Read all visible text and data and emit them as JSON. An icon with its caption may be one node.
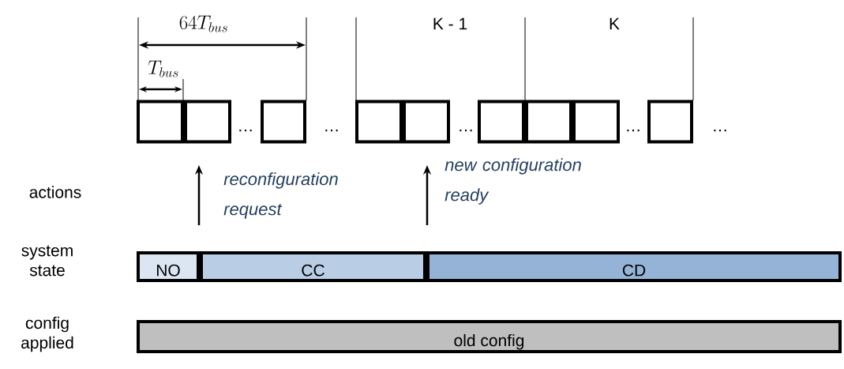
{
  "diagram": {
    "nodes": [
      {
        "text": [],
        "shape": "box"
      },
      {
        "text": [],
        "shape": "box"
      },
      {
        "text": [],
        "shape": "box"
      },
      {
        "text": [],
        "shape": "box"
      },
      {
        "text": [],
        "shape": "box"
      },
      {
        "text": [],
        "shape": "box"
      },
      {
        "text": [],
        "shape": "box"
      },
      {
        "text": [],
        "shape": "box"
      },
      {
        "text": [],
        "shape": "box"
      },
      {
        "text": [
          "NO"
        ]
      },
      {
        "text": [
          "CC"
        ]
      },
      {
        "text": [
          "CD"
        ]
      },
      {
        "text": [
          "old config"
        ]
      }
    ],
    "labels": [
      "64T_{bus}",
      "K - 1",
      "K",
      "T_{bus}",
      "…",
      "…",
      "…",
      "…",
      "…",
      "actions",
      "reconfiguration request",
      "new configuration ready",
      "system state",
      "config applied"
    ]
  }
}
